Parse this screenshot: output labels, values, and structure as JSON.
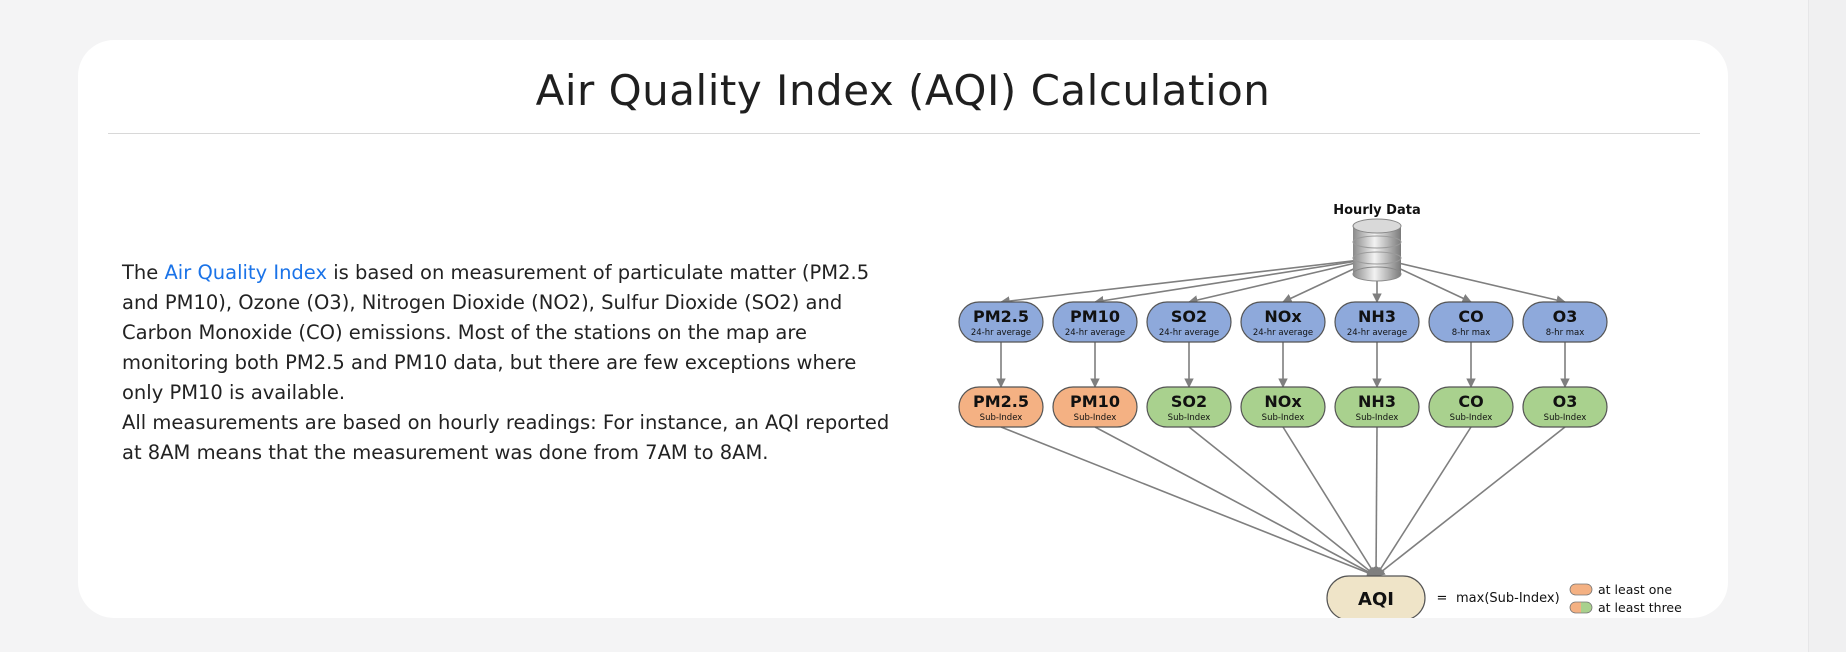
{
  "page": {
    "title": "Air Quality Index (AQI) Calculation"
  },
  "description": {
    "intro_before_link": "The ",
    "link_text": "Air Quality Index",
    "intro_after_link": " is based on measurement of particulate matter (PM2.5 and PM10), Ozone (O3), Nitrogen Dioxide (NO2), Sulfur Dioxide (SO2) and Carbon Monoxide (CO) emissions. Most of the stations on the map are monitoring both PM2.5 and PM10 data, but there are few exceptions where only PM10 is available.",
    "paragraph2": "All measurements are based on hourly readings: For instance, an AQI reported at 8AM means that the measurement was done from 7AM to 8AM."
  },
  "diagram": {
    "source_label": "Hourly Data",
    "pollutants": [
      {
        "name": "PM2.5",
        "avg": "24-hr average",
        "subindex_group": "at-least-one"
      },
      {
        "name": "PM10",
        "avg": "24-hr average",
        "subindex_group": "at-least-one"
      },
      {
        "name": "SO2",
        "avg": "24-hr average",
        "subindex_group": "at-least-three"
      },
      {
        "name": "NOx",
        "avg": "24-hr average",
        "subindex_group": "at-least-three"
      },
      {
        "name": "NH3",
        "avg": "24-hr average",
        "subindex_group": "at-least-three"
      },
      {
        "name": "CO",
        "avg": "8-hr max",
        "subindex_group": "at-least-three"
      },
      {
        "name": "O3",
        "avg": "8-hr max",
        "subindex_group": "at-least-three"
      }
    ],
    "subindex_label": "Sub-Index",
    "aqi_label": "AQI",
    "equals": "=",
    "formula": "max(Sub-Index)",
    "legend": {
      "at_least_one": "at least one",
      "at_least_three": "at least three"
    },
    "colors": {
      "pollutant_fill": "#8ea9db",
      "orange_fill": "#f4b183",
      "green_fill": "#a9d18e",
      "aqi_fill": "#efe4c8",
      "line": "#7f7f7f"
    }
  }
}
